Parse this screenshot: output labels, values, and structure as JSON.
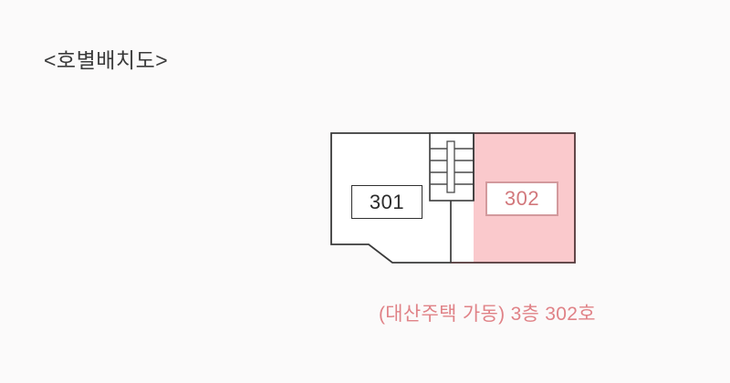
{
  "page": {
    "title": "<호별배치도>",
    "background_color": "#fbfafa"
  },
  "floor_plan": {
    "name": "unit-layout-diagram",
    "caption": "(대산주택 가동) 3층 302호",
    "caption_color": "#e08287",
    "outline_color": "#3a3a3a",
    "highlight_fill": "#fac9cc",
    "highlight_border": "#b4757a",
    "stair_icon_name": "staircase-icon",
    "rooms": [
      {
        "id": "301",
        "label": "301",
        "highlighted": false,
        "label_border_color": "#2f2f2f",
        "label_text_color": "#2b2b2b",
        "label_fill": "#ffffff"
      },
      {
        "id": "302",
        "label": "302",
        "highlighted": true,
        "label_border_color": "#d39a9d",
        "label_text_color": "#d2787c",
        "label_fill": "#ffffff"
      }
    ]
  }
}
